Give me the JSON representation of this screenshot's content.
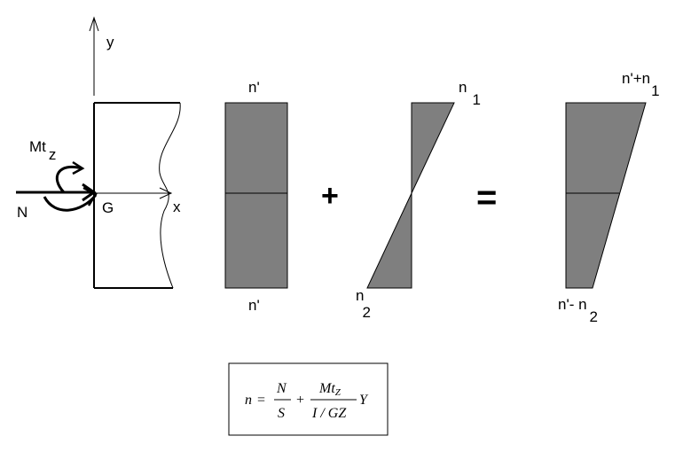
{
  "colors": {
    "fill": "#7f7f7f",
    "stroke": "#000000",
    "background": "#ffffff"
  },
  "section": {
    "y_axis": "y",
    "x_axis": "x",
    "centroid": "G",
    "normal_force": "N",
    "torque_main": "Mt",
    "torque_sub": "z"
  },
  "uniform": {
    "top": "n'",
    "bottom": "n'"
  },
  "plus": "+",
  "linear": {
    "top_main": "n",
    "top_sub": "1",
    "bottom_main": "n",
    "bottom_sub": "2"
  },
  "equals": "=",
  "combined": {
    "top_main": "n'+n",
    "top_sub": "1",
    "bottom_main": "n'- n",
    "bottom_sub": "2"
  },
  "formula": {
    "lhs": "n",
    "eq": "=",
    "t1_num": "N",
    "t1_den": "S",
    "plus": "+",
    "t2_num_main": "Mt",
    "t2_num_sub": "Z",
    "t2_den": "I / GZ",
    "factor": "Y"
  }
}
